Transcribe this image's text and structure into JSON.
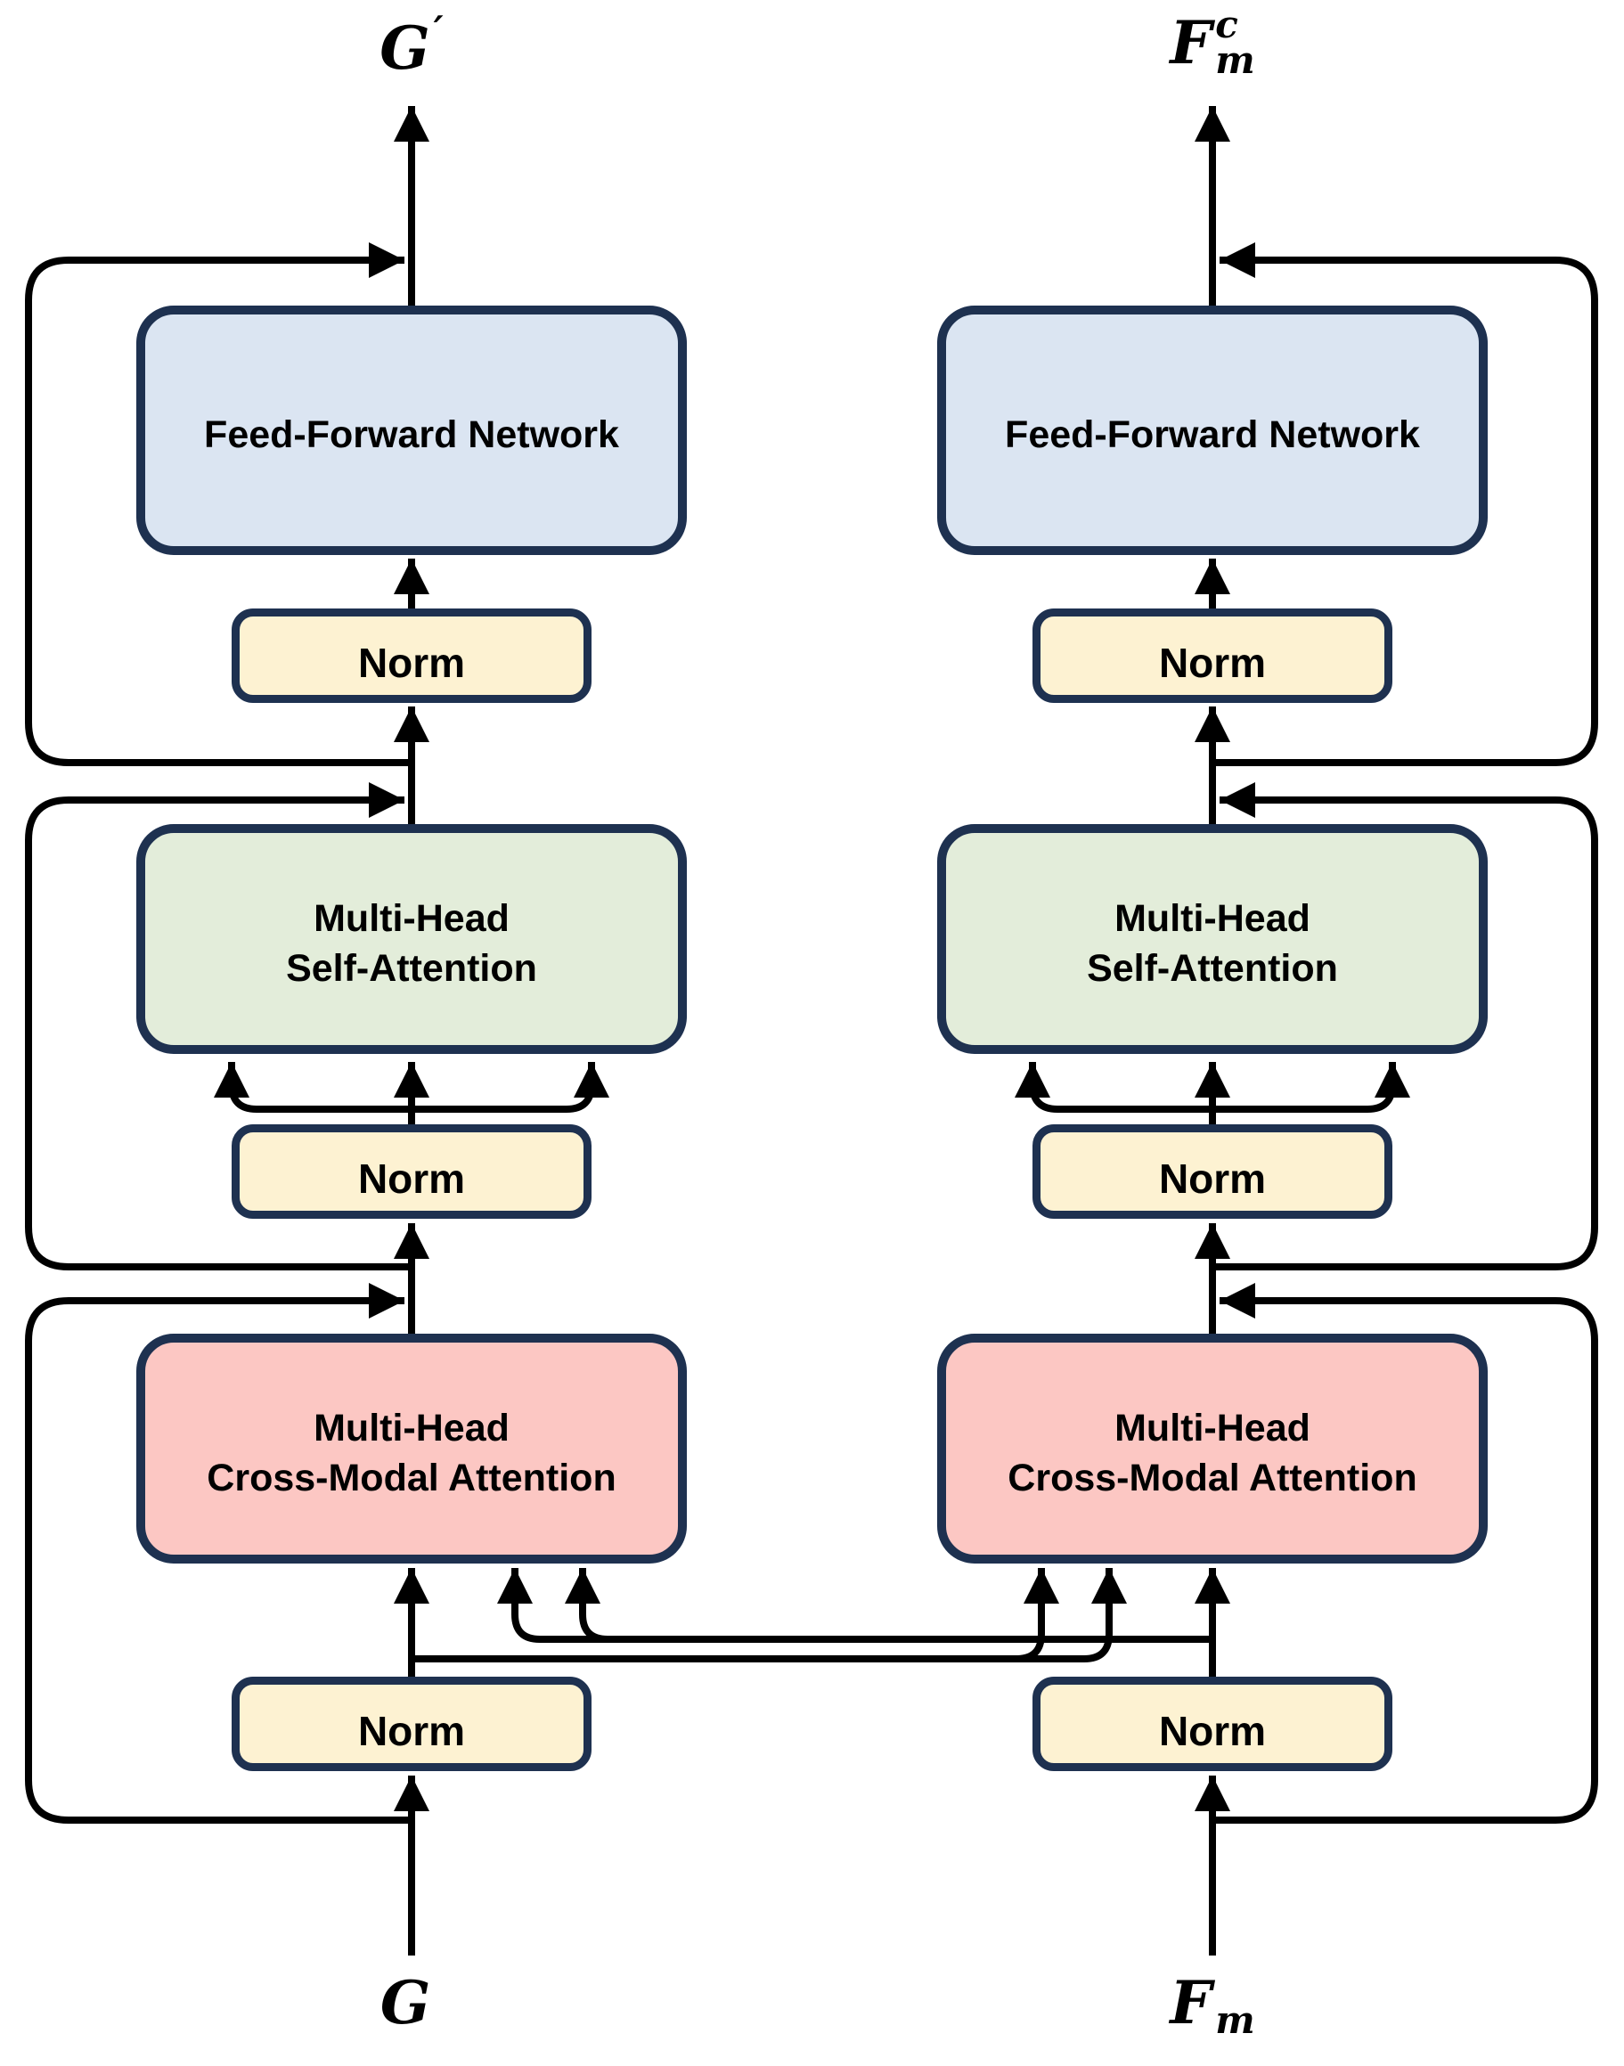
{
  "blocks": {
    "feed_forward": "Feed-Forward Network",
    "norm": "Norm",
    "self_attention_line1": "Multi-Head",
    "self_attention_line2": "Self-Attention",
    "cross_modal_line1": "Multi-Head",
    "cross_modal_line2": "Cross-Modal Attention"
  },
  "ports": {
    "left_output": {
      "base": "G",
      "sup": "′",
      "sub": ""
    },
    "right_output": {
      "base": "F",
      "sup": "c",
      "sub": "m"
    },
    "left_input": {
      "base": "G",
      "sup": "",
      "sub": ""
    },
    "right_input": {
      "base": "F",
      "sup": "",
      "sub": "m"
    }
  },
  "colors": {
    "box_border": "#1e3150",
    "feed_forward_fill": "#dbe5f2",
    "norm_fill": "#fdf2d2",
    "self_attention_fill": "#e3edda",
    "cross_modal_fill": "#fcc7c3",
    "connector": "#000000",
    "background": "#ffffff"
  }
}
